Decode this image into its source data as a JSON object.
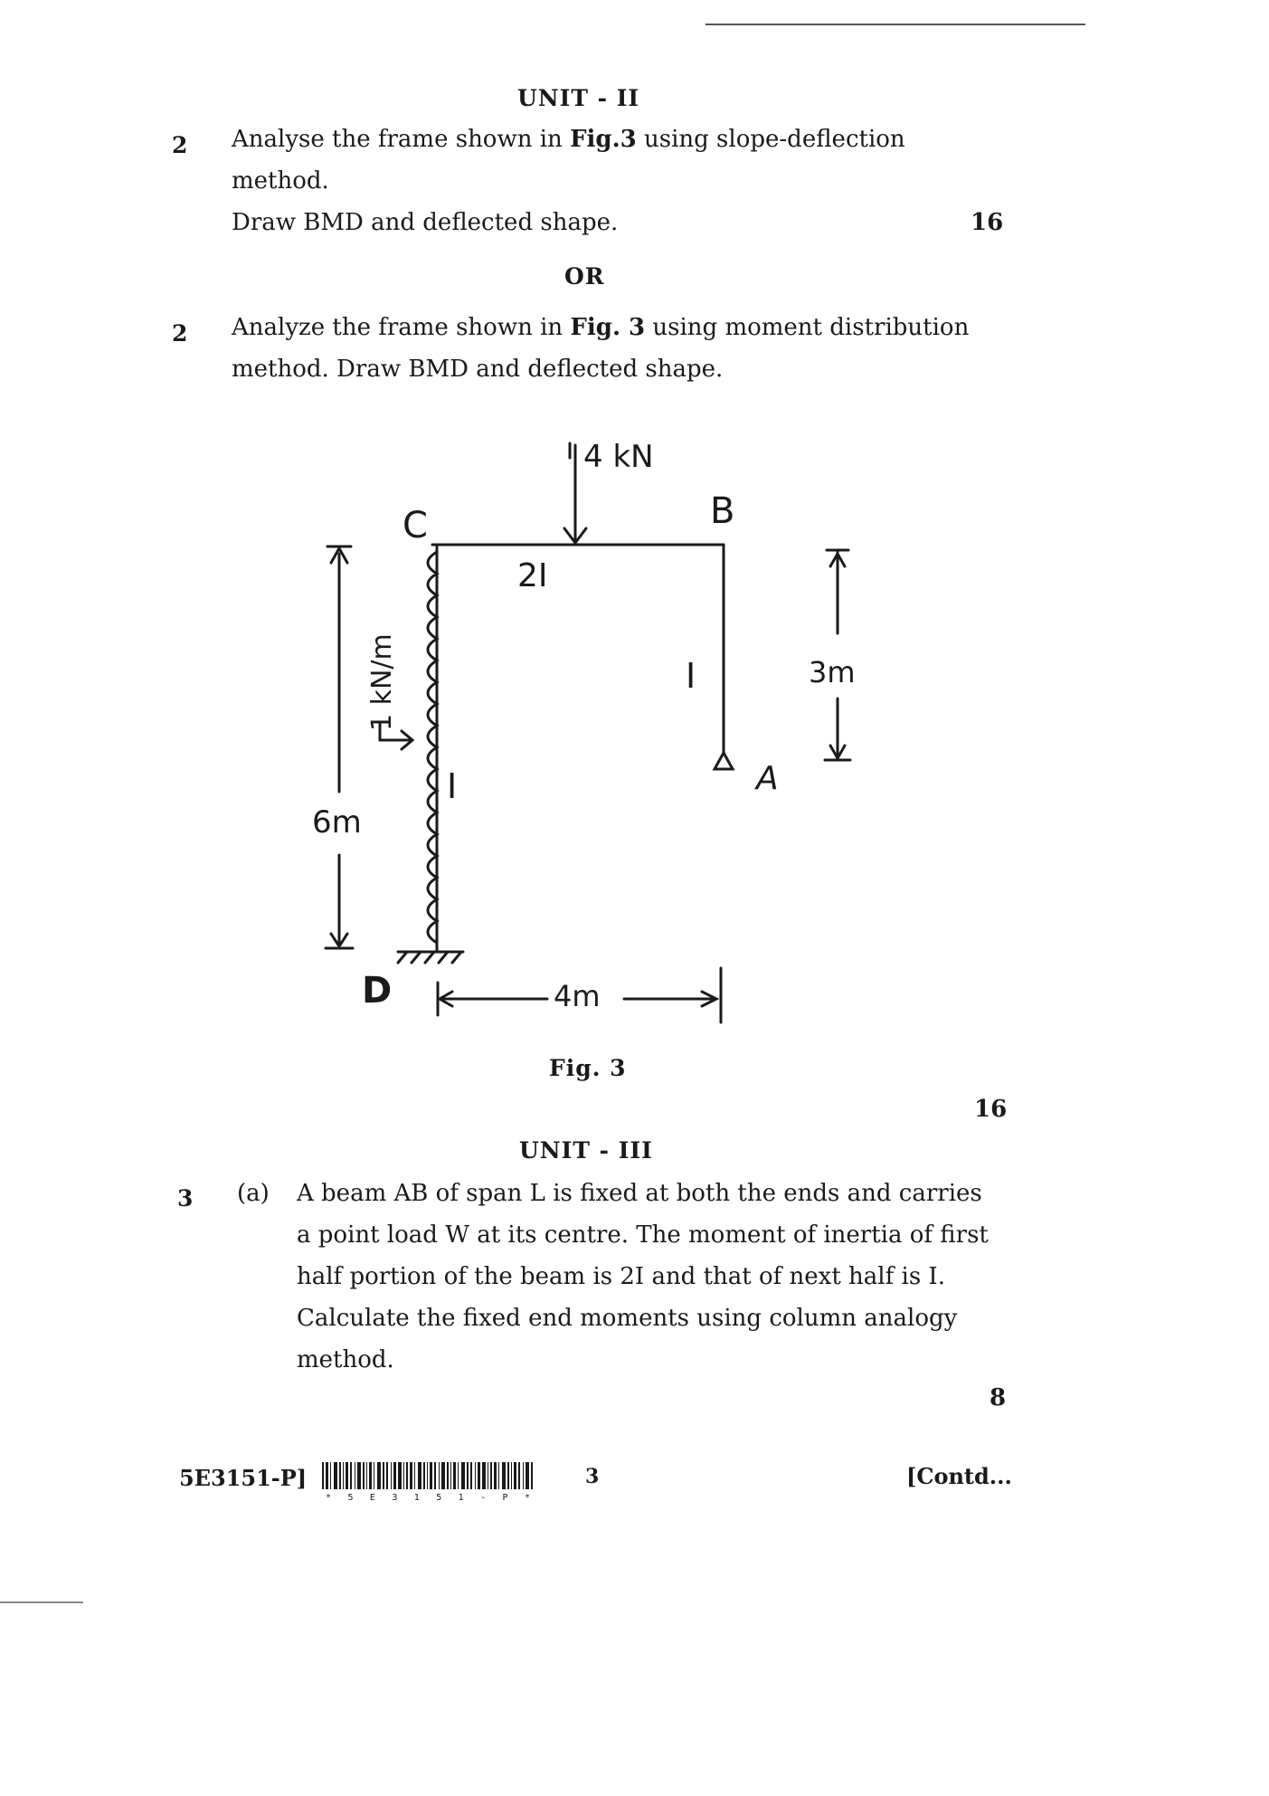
{
  "unit2": {
    "heading": "UNIT - II",
    "q2a": {
      "number": "2",
      "line1_pre": "Analyse the frame shown in ",
      "line1_bold": "Fig.3",
      "line1_post": " using slope-deflection method.",
      "line2": "Draw BMD and deflected shape.",
      "marks": "16"
    },
    "or": "OR",
    "q2b": {
      "number": "2",
      "line1_pre": "Analyze the frame shown in ",
      "line1_bold": "Fig. 3",
      "line1_post": " using moment distribution",
      "line2": "method. Draw BMD and deflected shape."
    }
  },
  "figure": {
    "labels": {
      "load": "4 kN",
      "b": "B",
      "c": "C",
      "a": "A",
      "d": "D",
      "beam_inertia": "2I",
      "right_col_inertia": "I",
      "left_col_inertia": "I",
      "udl": "1 kN/m",
      "height_right": "3m",
      "height_left": "6m",
      "span": "4m"
    },
    "caption": "Fig. 3",
    "marks": "16"
  },
  "unit3": {
    "heading": "UNIT - III",
    "q3": {
      "number": "3",
      "part": "(a)",
      "lines": [
        "A beam AB of span L is fixed at both the ends and carries",
        "a point load W at its centre. The moment of inertia of first",
        "half portion of the beam is 2I and that of next half is I.",
        "Calculate the fixed end moments using column analogy",
        "method."
      ],
      "marks": "8"
    }
  },
  "footer": {
    "code": "5E3151-P]",
    "barcode_text": "* 5 E 3 1 5 1 - P *",
    "page": "3",
    "contd": "[Contd..."
  }
}
